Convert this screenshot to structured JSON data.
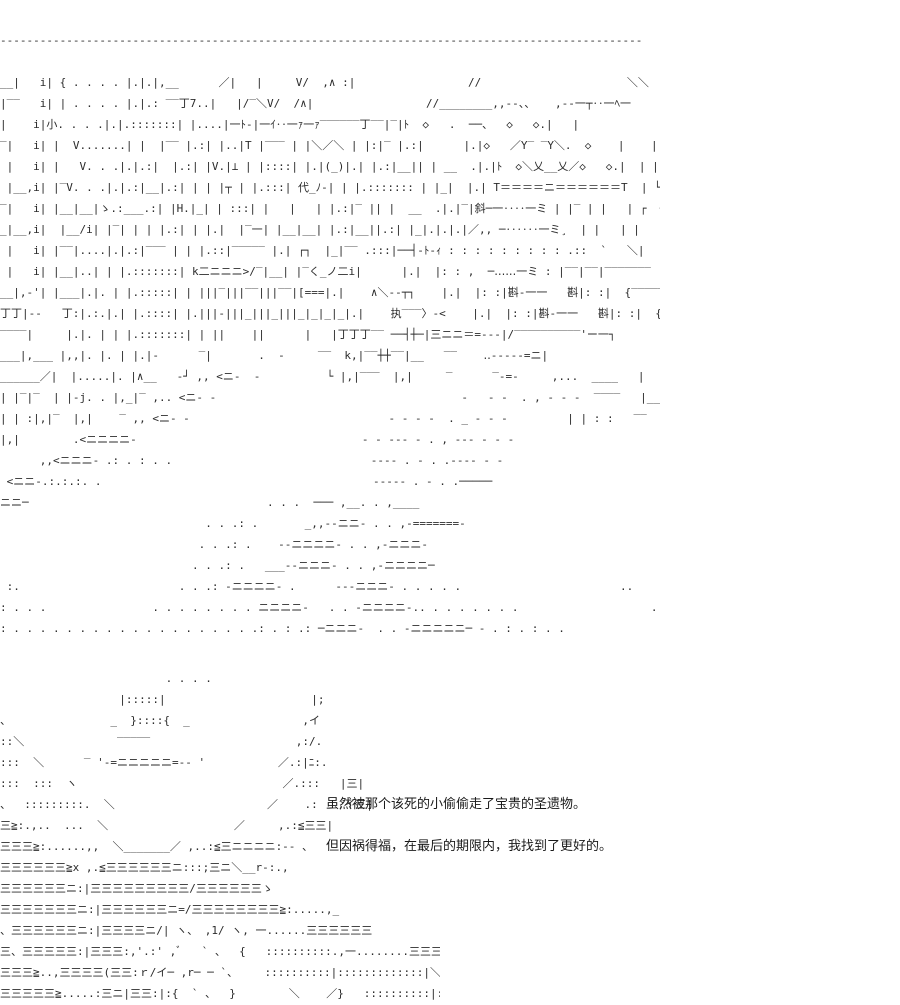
{
  "art_top": "-------------------------------------------------------------------------------------------------\n\n__|   i| { . . . . |.|.|,__      ／|   |     V/  ,∧ :|                 //                      ＼＼\n|‾‾   i| | . . . . |.|.: ‾‾丁7..|   |/‾＼V/  /∧|                 //________,,--、、   ,--一┬‥一ﾍ一\n|    i|小. . . .|.|.:::::::| |....|一ﾄ-|一ｲ‥一ｧ一ｧ‾‾‾‾‾‾丁‾‾|‾|ﾄ  ◇   .  ──、  ◇   ◇.|   |\n‾|   i| |  V.......| |  |‾‾ |.:| |..|T |‾‾‾ | |＼／＼ | |:|‾ |.:|      |.|◇   ／Y‾ ‾Y＼.  ◇    |    | ┌  ┐  ┌\n |   i| |   V. . .|.|.:|  |.:| |V.|⊥ | |::::| |.|(_)|.| |.:|__|| | __  .|.|ﾄ  ◇＼乂__乂／◇   ◇.|  | |   |   |\n |__,i| |‾V. . .|.|.:|__|.:| | | |┬ | |.:::| 代_ﾉ‐| | |.::::::: | |_|  |.| T＝＝＝＝ニ＝＝＝＝＝＝T  | └  ┘  └\n‾|   i| |__|__|ゝ.:___.:| |H.|_| | :::| |   |   | |.:|‾ || |  __  .|.|‾|斜─一‥‥一ミ | |‾ | |   | ┌  ┐  ┌\n_|__,i|  |__/i| |‾| | | |.:| | |.|  |‾一| |__|__| |.:|__||.:| |_|.|.|.|／,, ─‥‥‥一ミ¸  | |   | |   | ∧\n |   i| |‾‾|....|.|.:|‾‾‾ | | |.::|‾‾‾‾‾ |.| ┌┐  |_|‾‾ .:::|──┤-ﾄ-ｨ : : : : : : : : : .::  `   ＼|    | └──{_}\n |   i| |__|..| | |.:::::::| k二ニニニ>/‾|__| |‾く_ノ二i|      |.|  |: : ,  ─‥‥‥一ミ : |‾‾|‾‾|‾‾‾‾‾‾‾\n__|,‐'| |___|.|. | |.:::::| | |||‾|||‾‾|||‾‾|[===|.|    ∧＼-‐┬┐    |.|  |: :|斟‐一一   斟|: :|  {‾‾‾‾‾‾‾‾‾‾>´\n丁丁|‐-   丁:|.:.|.| |.::::| |.|||-|||_|||_|||_|_|_|_|.|    执‾‾‾〉‐<    |.|  |: :|斟‐一一   斟|: :|  {.:::::::::::/   ／\n‾‾‾‾|     |.|. | | |.:::::::| | ||    ||      |   |丁丁丁‾‾ ──┤┼─|三ニニ＝=---|/‾‾‾‾‾‾‾‾‾‾'ー一┐\n___|,___ |,,|. |. | |.|-      ‾|       .  -     ‾‾  k,|‾‾┼┼‾‾|__   ‾‾    ‥-----=ニ|\n______／|  |.....|. |∧__   ‐┘ ,, <ニ-  -          └ |,|‾‾‾  |,|     ‾      ‾-=-     ,...  ____   |\n| |‾|‾  | |-j. . |,_|‾ ,.. <ニ- -                                     -   - -  . , - - -  ‾‾‾‾   |____\n| | :|,|‾  |,|    ‾ ,, <ニ- -                              - - - -  . _ - - -         | | : :   ‾‾     ──\n|,|        .<ニニニニ-                                  - - --- - . , --- - - -\n      ,,<ニニニ- .: . : . .                              ---- . - . .---- - -\n <ニニ-.:.:.:. .                                         ----- . - . .─────\nニニ─                                    . . .  ─── ,__. . ,____\n                               . . .: .       _,,--ニニ- . . ,-=======-\n                              . . .: .    --ニニニニ- . . ,-ニニニ-\n                             . . .: .   ___--ニニニ- . . ,-ニニニニ─\n :.                        . . .: -ニニニニ- .      ---ニニニ- . . . . .                        ..\n: . . .                . . . . . . . . ニニニニ-   . . -ニニニニ-.. . . . . . . .                    . . .\n: . . . . . . . . . . . . . . . . . . .: . : .: ─ニニニ-  . . -ニニニニニ─ - . : . : . .",
  "art_bottom": "                         . . . .\n                  |:::::|                      |;\n、               _  }::::{  _                 ,イ\n::＼              ‾‾‾‾‾                      ,:/.\n:::  ＼      ‾ '-=ニニニニニ=-‐ '           ／.:|ﾆ:.\n:::  :::  ヽ                               ／.:::   |三|\n、  :::::::::.  ＼                       ／    .:   ,イ三|\n三≧:.,..  ...  ＼                   ／     ,.:≦三三|\n三三三≧:......,,  ＼_______／ ,..:≦三ニニニニ:-‐ 、\n三三三三三三≧x ,.≦三三三三三三ニ:::;三ニ＼__r‐:.,\n三三三三三三ニ:|三三三三三三三三三/三三三三三三ゝ\n三三三三三三三ニ:|三三三三三三ニ=/三三三三三三三三≧:.....,_\n、三三三三三三ニ:|三三三三ニ/| ヽ、 ,1/ ヽ, 一......三三三三三三\n三、三三三三三:|三三三:,'.:' ,ﾞ   ` 、  {   ::::::::::.,一........三三三\n三三三≧..,三三三三(三三:ｒ/イ─ ,r─ ─ `、    ::::::::::|:::::::::::::|＼三ニ:\n三三三三三≧.....:三ニ|三三:|:{  ` 、  }        ＼    ／}   ::::::::::|:::::ヽ三三",
  "captions": [
    "虽然被那个该死的小偷偷走了宝贵的圣遗物。",
    "但因祸得福，在最后的期限内，我找到了更好的。"
  ],
  "colors": {
    "background": "#ffffff",
    "ink": "#2b2b2b"
  }
}
